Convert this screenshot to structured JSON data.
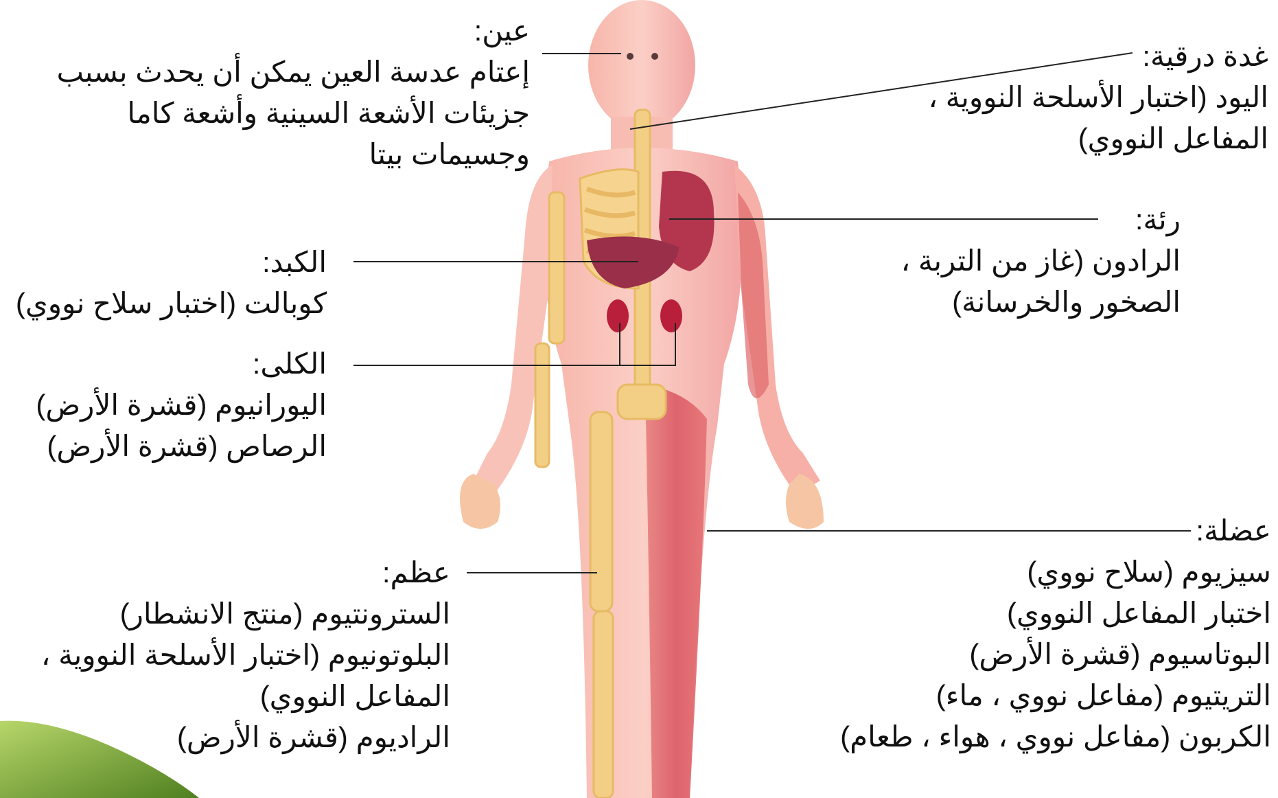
{
  "labels": {
    "eye": {
      "title": "عين:",
      "lines": [
        "إعتام عدسة العين يمكن أن يحدث بسبب",
        "جزيئات الأشعة السينية وأشعة كاما",
        "وجسيمات بيتا"
      ]
    },
    "thyroid": {
      "title": "غدة درقية:",
      "lines": [
        "اليود (اختبار الأسلحة النووية ،",
        "المفاعل النووي)"
      ]
    },
    "lung": {
      "title": "رئة:",
      "lines": [
        "الرادون (غاز من التربة ،",
        "الصخور والخرسانة)"
      ]
    },
    "liver": {
      "title": "الكبد:",
      "lines": [
        "كوبالت (اختبار سلاح نووي)"
      ]
    },
    "kidney": {
      "title": "الكلى:",
      "lines": [
        "اليورانيوم (قشرة الأرض)",
        "الرصاص (قشرة الأرض)"
      ]
    },
    "muscle": {
      "title": "عضلة:",
      "lines": [
        "سيزيوم (سلاح نووي)",
        "اختبار المفاعل النووي)",
        "البوتاسيوم (قشرة الأرض)",
        "التريتيوم (مفاعل نووي ، ماء)",
        "الكربون (مفاعل نووي ، هواء ، طعام)"
      ]
    },
    "bone": {
      "title": "عظم:",
      "lines": [
        "السترونتيوم (منتج الانشطار)",
        "البلوتونيوم (اختبار الأسلحة النووية ،",
        "المفاعل النووي)",
        "الراديوم (قشرة الأرض)"
      ]
    }
  },
  "colors": {
    "skin": "#f7b7b0",
    "bone": "#f3cf86",
    "organ": "#b3364e",
    "muscle": "#d85a63",
    "leader": "#222222",
    "accent": "#4f7f1f"
  }
}
